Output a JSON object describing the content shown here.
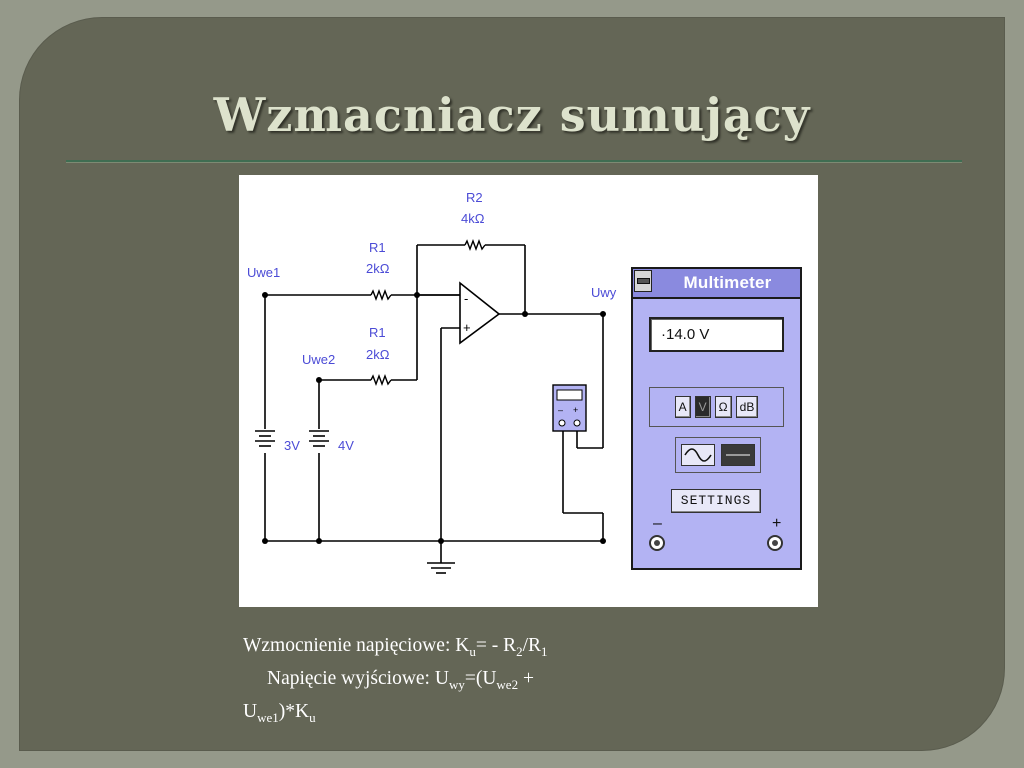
{
  "slide": {
    "title": "Wzmacniacz sumujący"
  },
  "schematic": {
    "labels": {
      "r2_name": "R2",
      "r2_value": "4kΩ",
      "r1a_name": "R1",
      "r1a_value": "2kΩ",
      "r1b_name": "R1",
      "r1b_value": "2kΩ",
      "uwe1": "Uwe1",
      "uwe2": "Uwe2",
      "uwy": "Uwy",
      "batt1_value": "3V",
      "batt2_value": "4V",
      "opamp_minus": "-",
      "opamp_plus": "+"
    },
    "colors": {
      "label": "#4b4bd6",
      "wire": "#000000",
      "panel": "#b3b3f3"
    }
  },
  "multimeter": {
    "title": "Multimeter",
    "reading": "·14.0 V",
    "modes": [
      "A",
      "V",
      "Ω",
      "dB"
    ],
    "active_mode": "V",
    "settings_label": "SETTINGS",
    "neg_label": "–",
    "pos_label": "+"
  },
  "caption": {
    "line1_prefix": "Wzmocnienie napięciowe: K",
    "line1_sub1": "u",
    "line1_mid": "= - R",
    "line1_sub2": "2",
    "line1_mid2": "/R",
    "line1_sub3": "1",
    "line2_prefix": "Napięcie wyjściowe: U",
    "line2_sub1": "wy",
    "line2_mid": "=(U",
    "line2_sub2": "we2",
    "line2_end": " +",
    "line3_prefix": "U",
    "line3_sub1": "we1",
    "line3_mid": ")*K",
    "line3_sub2": "u"
  }
}
